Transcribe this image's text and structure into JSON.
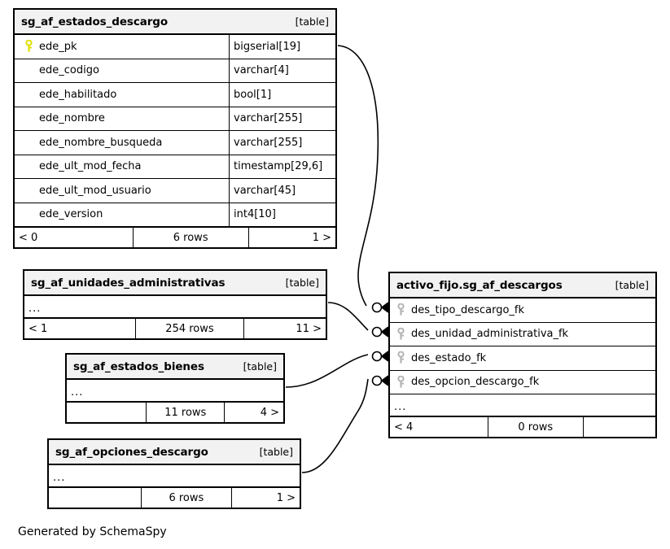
{
  "diagram": {
    "type": "er-diagram",
    "generator_caption": "Generated by SchemaSpy",
    "colors": {
      "background": "#ffffff",
      "entity_border": "#000000",
      "header_fill": "#f2f2f2",
      "primary_key_icon": "#e8e800",
      "foreign_key_icon": "#b3b3b3",
      "connector": "#000000"
    },
    "table_tag": "[table]",
    "ellipsis": "..."
  },
  "entities": [
    {
      "id": "sg_af_estados_descargo",
      "name": "sg_af_estados_descargo",
      "tag": "[table]",
      "columns": [
        {
          "key": "pk",
          "name": "ede_pk",
          "type": "bigserial[19]"
        },
        {
          "key": "none",
          "name": "ede_codigo",
          "type": "varchar[4]"
        },
        {
          "key": "none",
          "name": "ede_habilitado",
          "type": "bool[1]"
        },
        {
          "key": "none",
          "name": "ede_nombre",
          "type": "varchar[255]"
        },
        {
          "key": "none",
          "name": "ede_nombre_busqueda",
          "type": "varchar[255]"
        },
        {
          "key": "none",
          "name": "ede_ult_mod_fecha",
          "type": "timestamp[29,6]"
        },
        {
          "key": "none",
          "name": "ede_ult_mod_usuario",
          "type": "varchar[45]"
        },
        {
          "key": "none",
          "name": "ede_version",
          "type": "int4[10]"
        }
      ],
      "footer": {
        "left": "< 0",
        "center": "6 rows",
        "right": "1 >"
      }
    },
    {
      "id": "sg_af_unidades_administrativas",
      "name": "sg_af_unidades_administrativas",
      "tag": "[table]",
      "columns": [],
      "collapsed": "...",
      "footer": {
        "left": "< 1",
        "center": "254 rows",
        "right": "11 >"
      }
    },
    {
      "id": "sg_af_estados_bienes",
      "name": "sg_af_estados_bienes",
      "tag": "[table]",
      "columns": [],
      "collapsed": "...",
      "footer": {
        "left": "",
        "center": "11 rows",
        "right": "4 >"
      }
    },
    {
      "id": "sg_af_opciones_descargo",
      "name": "sg_af_opciones_descargo",
      "tag": "[table]",
      "columns": [],
      "collapsed": "...",
      "footer": {
        "left": "",
        "center": "6 rows",
        "right": "1 >"
      }
    },
    {
      "id": "activo_fijo.sg_af_descargos",
      "name": "activo_fijo.sg_af_descargos",
      "tag": "[table]",
      "columns": [
        {
          "key": "fk",
          "name": "des_tipo_descargo_fk",
          "type": ""
        },
        {
          "key": "fk",
          "name": "des_unidad_administrativa_fk",
          "type": ""
        },
        {
          "key": "fk",
          "name": "des_estado_fk",
          "type": ""
        },
        {
          "key": "fk",
          "name": "des_opcion_descargo_fk",
          "type": ""
        }
      ],
      "collapsed": "...",
      "footer": {
        "left": "< 4",
        "center": "0 rows",
        "right": ""
      }
    }
  ],
  "relationships": [
    {
      "from": "sg_af_estados_descargo",
      "from_column": "ede_pk",
      "to": "activo_fijo.sg_af_descargos",
      "to_column": "des_tipo_descargo_fk",
      "cardinality": "zero-or-many"
    },
    {
      "from": "sg_af_unidades_administrativas",
      "from_column": "",
      "to": "activo_fijo.sg_af_descargos",
      "to_column": "des_unidad_administrativa_fk",
      "cardinality": "zero-or-many"
    },
    {
      "from": "sg_af_estados_bienes",
      "from_column": "",
      "to": "activo_fijo.sg_af_descargos",
      "to_column": "des_estado_fk",
      "cardinality": "zero-or-many"
    },
    {
      "from": "sg_af_opciones_descargo",
      "from_column": "",
      "to": "activo_fijo.sg_af_descargos",
      "to_column": "des_opcion_descargo_fk",
      "cardinality": "zero-or-many"
    }
  ]
}
